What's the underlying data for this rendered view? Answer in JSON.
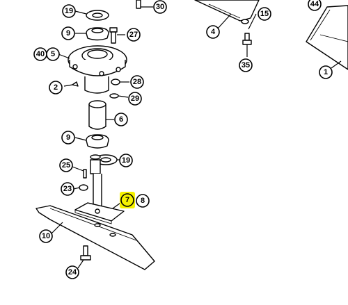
{
  "callouts": {
    "c19a": "19",
    "c30": "30",
    "c15": "15",
    "c44": "44",
    "c9a": "9",
    "c27": "27",
    "c4": "4",
    "c40": "40",
    "c5": "5",
    "c35": "35",
    "c1": "1",
    "c2": "2",
    "c28": "28",
    "c29": "29",
    "c6": "6",
    "c9b": "9",
    "c19b": "19",
    "c25": "25",
    "c23": "23",
    "c7": "7",
    "c8": "8",
    "c10": "10",
    "c24": "24"
  },
  "colors": {
    "highlight": "#f5f200",
    "ink": "#000000",
    "paper": "#ffffff"
  }
}
